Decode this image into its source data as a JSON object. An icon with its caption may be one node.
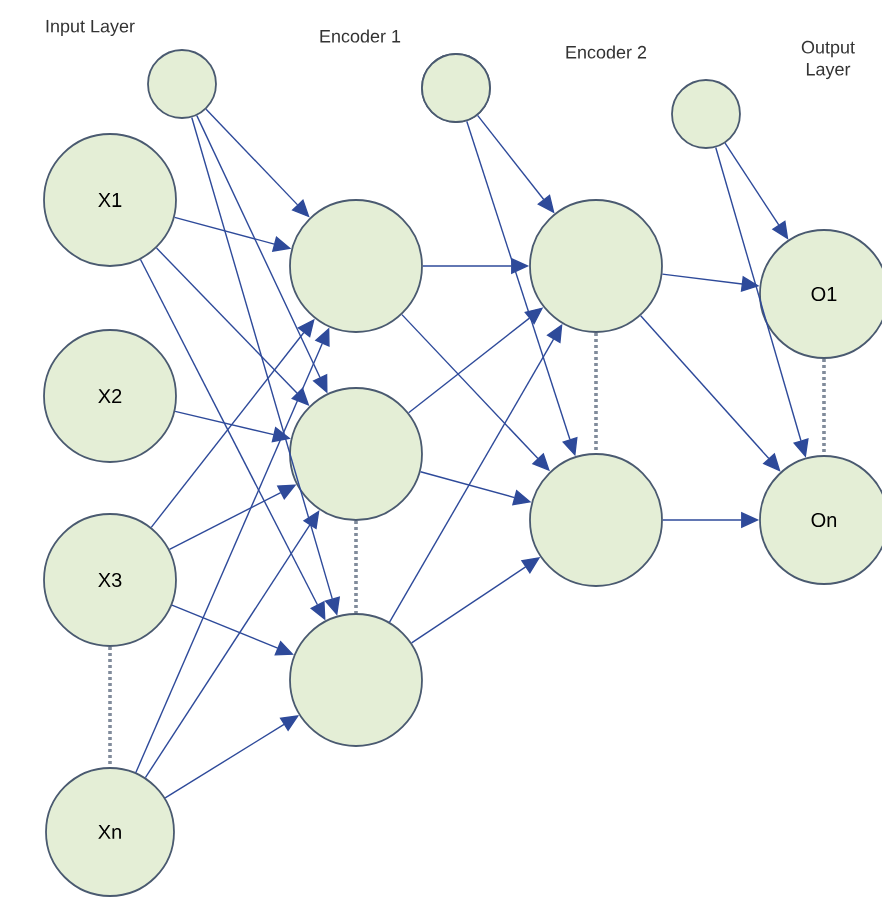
{
  "diagram": {
    "nodes": [
      {
        "text": [],
        "shape": "circle"
      },
      {
        "text": [
          "X1"
        ]
      },
      {
        "text": [
          "X2"
        ]
      },
      {
        "text": [
          "X3"
        ]
      },
      {
        "text": [
          "Xn"
        ]
      },
      {
        "text": [],
        "shape": "circle"
      },
      {
        "text": [],
        "shape": "circle"
      },
      {
        "text": [],
        "shape": "circle"
      },
      {
        "text": [],
        "shape": "circle"
      },
      {
        "text": [],
        "shape": "circle"
      },
      {
        "text": [],
        "shape": "circle"
      },
      {
        "text": [],
        "shape": "circle"
      },
      {
        "text": [],
        "shape": "circle"
      },
      {
        "text": [
          "O1"
        ]
      },
      {
        "text": [
          "On"
        ]
      }
    ],
    "edges": [
      {
        "from": 0,
        "to": 6,
        "arrow": "to"
      },
      {
        "from": 0,
        "to": 7,
        "arrow": "to"
      },
      {
        "from": 0,
        "to": 8,
        "arrow": "to"
      },
      {
        "from": 1,
        "to": 6,
        "arrow": "to"
      },
      {
        "from": 1,
        "to": 7,
        "arrow": "to"
      },
      {
        "from": 1,
        "to": 8,
        "arrow": "to"
      },
      {
        "from": 2,
        "to": 7,
        "arrow": "to"
      },
      {
        "from": 3,
        "to": 6,
        "arrow": "to"
      },
      {
        "from": 3,
        "to": 7,
        "arrow": "to"
      },
      {
        "from": 3,
        "to": 8,
        "arrow": "to"
      },
      {
        "from": 4,
        "to": 6,
        "arrow": "to"
      },
      {
        "from": 4,
        "to": 7,
        "arrow": "to"
      },
      {
        "from": 4,
        "to": 8,
        "arrow": "to"
      },
      {
        "from": 3,
        "to": 4,
        "arrow": "none",
        "style": "dashed"
      },
      {
        "from": 7,
        "to": 8,
        "arrow": "none",
        "style": "dashed"
      },
      {
        "from": 5,
        "to": 10,
        "arrow": "to"
      },
      {
        "from": 5,
        "to": 11,
        "arrow": "to"
      },
      {
        "from": 6,
        "to": 10,
        "arrow": "to"
      },
      {
        "from": 6,
        "to": 11,
        "arrow": "to"
      },
      {
        "from": 7,
        "to": 10,
        "arrow": "to"
      },
      {
        "from": 7,
        "to": 11,
        "arrow": "to"
      },
      {
        "from": 8,
        "to": 10,
        "arrow": "to"
      },
      {
        "from": 8,
        "to": 11,
        "arrow": "to"
      },
      {
        "from": 10,
        "to": 11,
        "arrow": "none",
        "style": "dashed"
      },
      {
        "from": 12,
        "to": 13,
        "arrow": "to"
      },
      {
        "from": 12,
        "to": 14,
        "arrow": "to"
      },
      {
        "from": 10,
        "to": 13,
        "arrow": "to"
      },
      {
        "from": 10,
        "to": 14,
        "arrow": "to"
      },
      {
        "from": 11,
        "to": 14,
        "arrow": "to"
      },
      {
        "from": 13,
        "to": 14,
        "arrow": "none",
        "style": "dashed"
      }
    ],
    "labels": [
      "Input Layer",
      "Encoder 1",
      "Encoder 2",
      "Output Layer"
    ]
  }
}
